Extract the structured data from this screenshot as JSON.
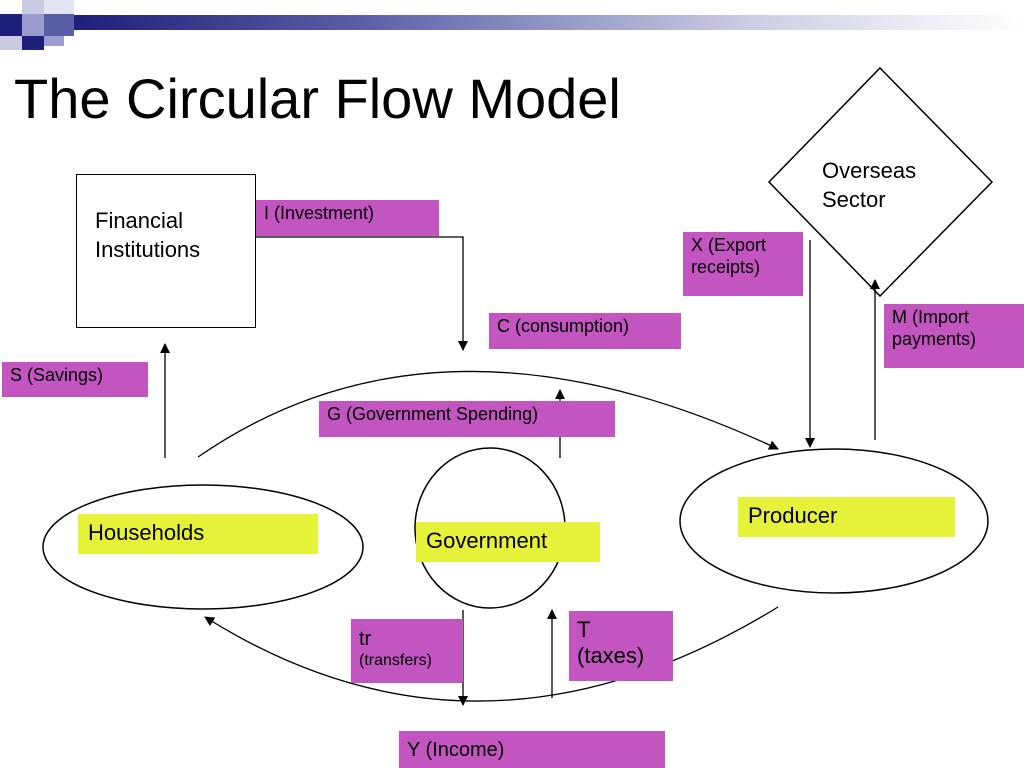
{
  "slide": {
    "title": "The Circular Flow Model",
    "colors": {
      "accent_magenta": "#c355c0",
      "accent_yellow": "#e6f23a",
      "decor_dark": "#1e1f7a",
      "decor_light": "#9b9dd0"
    }
  },
  "nodes": {
    "financial_institutions": {
      "line1": "Financial",
      "line2": "Institutions"
    },
    "overseas_sector": {
      "line1": "Overseas",
      "line2": "Sector"
    },
    "households": "Households",
    "government": "Government",
    "producer": "Producer"
  },
  "flows": {
    "investment": "I (Investment)",
    "consumption": "C (consumption)",
    "savings": "S (Savings)",
    "government_spending": "G (Government Spending)",
    "exports": {
      "line1": "X (Export",
      "line2": "receipts)"
    },
    "imports": {
      "line1": "M (Import",
      "line2": "payments)"
    },
    "transfers": {
      "line1": "tr",
      "line2": "(transfers)"
    },
    "taxes": {
      "line1": "T",
      "line2": "(taxes)"
    },
    "income": "Y (Income)"
  }
}
